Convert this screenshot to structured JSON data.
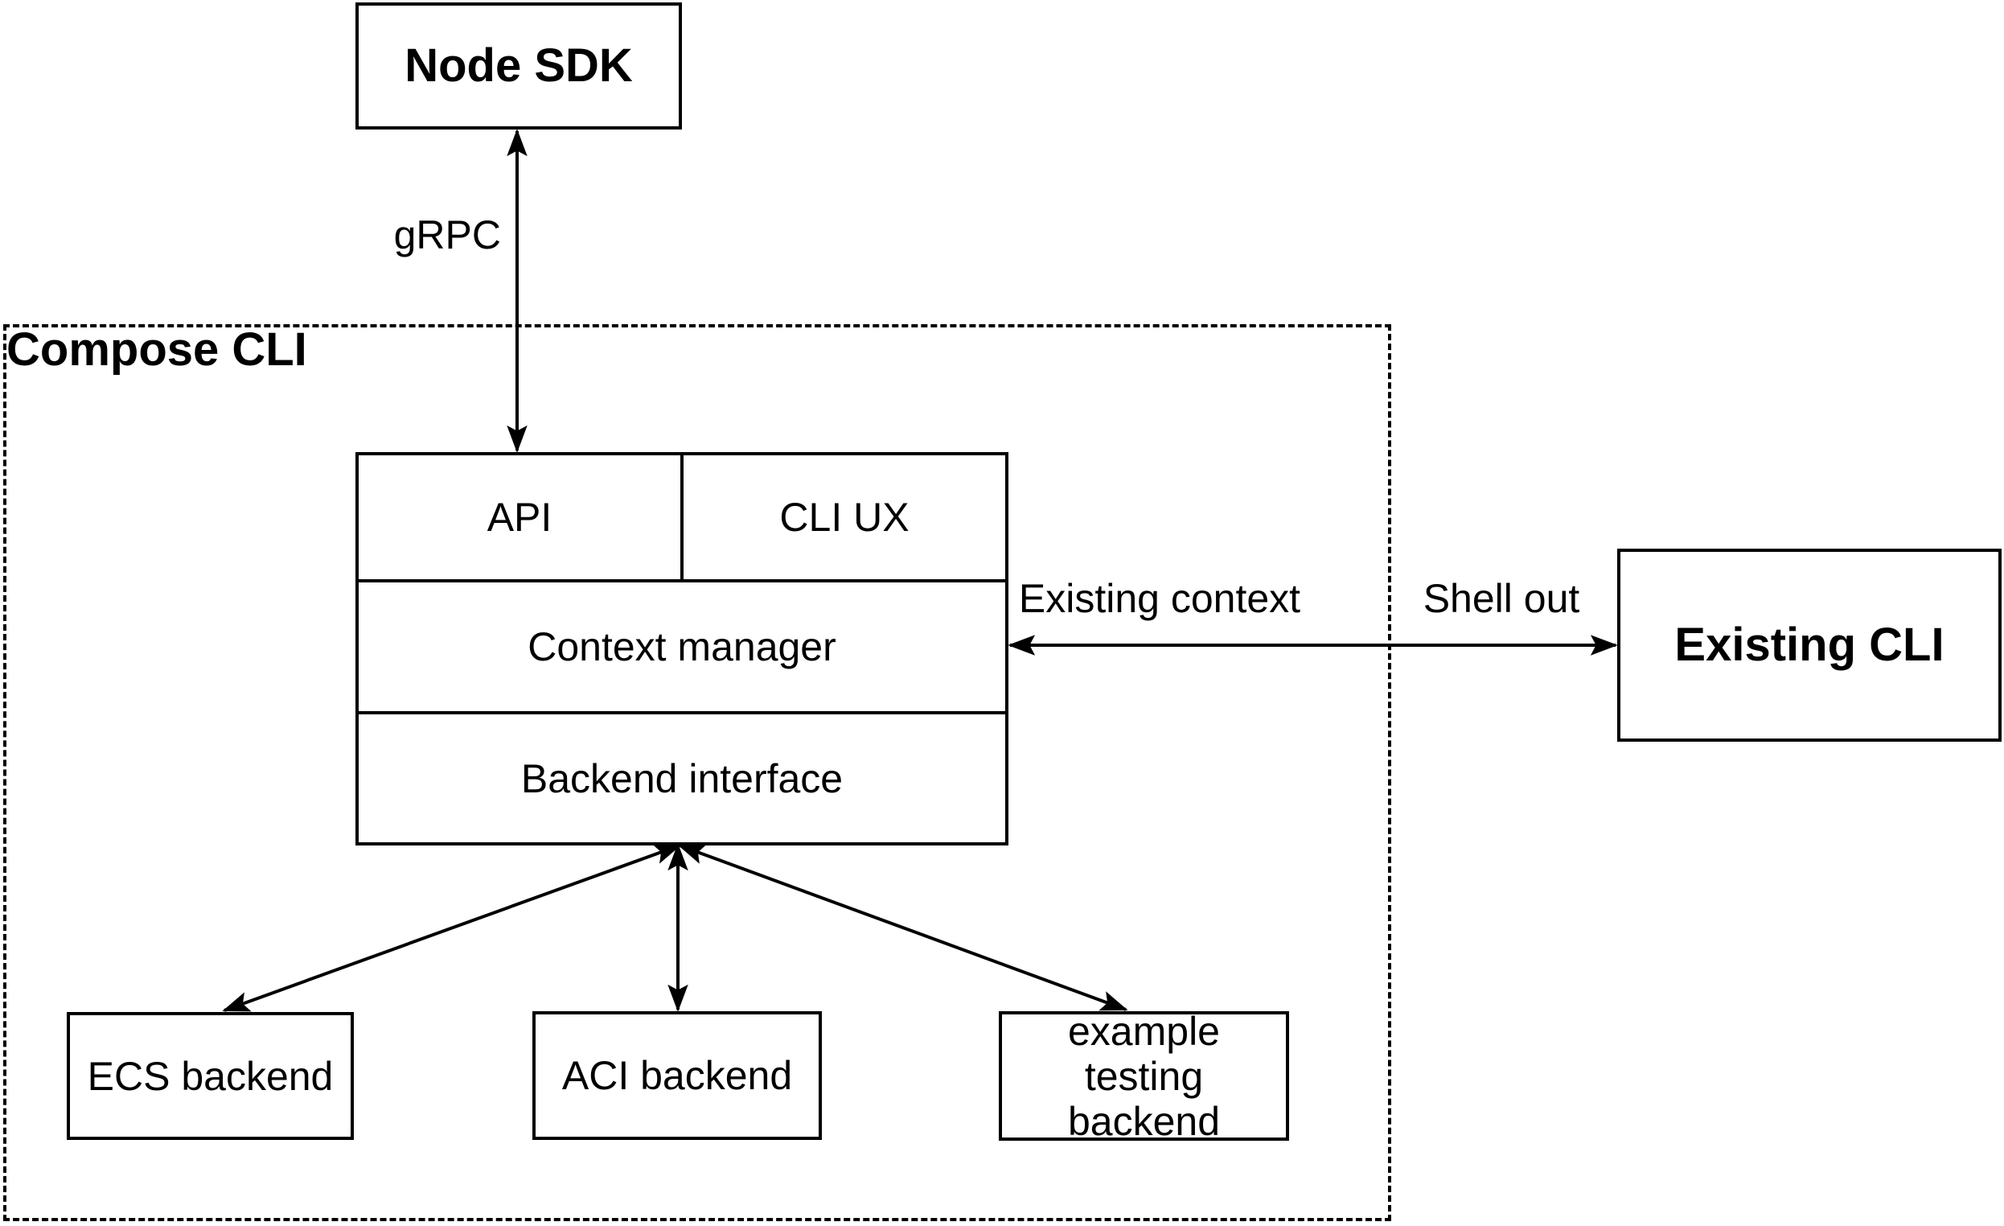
{
  "diagram": {
    "title_area": {
      "container_label": "Compose CLI"
    },
    "nodes": {
      "node_sdk": {
        "label": "Node SDK",
        "style": "bold"
      },
      "api": {
        "label": "API"
      },
      "cli_ux": {
        "label": "CLI UX"
      },
      "context_manager": {
        "label": "Context manager"
      },
      "backend_interface": {
        "label": "Backend interface"
      },
      "existing_cli": {
        "label": "Existing CLI",
        "style": "bold"
      },
      "ecs_backend": {
        "label": "ECS backend"
      },
      "aci_backend": {
        "label": "ACI backend"
      },
      "example_testing_backend": {
        "label": "example testing backend"
      }
    },
    "edges": {
      "grpc": {
        "label": "gRPC",
        "from": "Node SDK",
        "to": "API",
        "direction": "both"
      },
      "existing_context_shell_out": {
        "label_left": "Existing context",
        "label_right": "Shell out",
        "from": "Context manager",
        "to": "Existing CLI",
        "direction": "both"
      },
      "backend_to_ecs": {
        "from": "Backend interface",
        "to": "ECS backend",
        "direction": "both"
      },
      "backend_to_aci": {
        "from": "Backend interface",
        "to": "ACI backend",
        "direction": "both"
      },
      "backend_to_example": {
        "from": "Backend interface",
        "to": "example testing backend",
        "direction": "both"
      }
    },
    "colors": {
      "stroke": "#000000",
      "background": "#ffffff"
    }
  }
}
